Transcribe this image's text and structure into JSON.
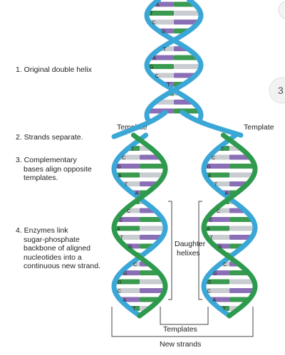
{
  "steps": {
    "step1": "1. Original double helix",
    "step2": "2. Strands separate.",
    "step3": [
      "3. Complementary",
      "bases align opposite",
      "templates."
    ],
    "step4": [
      "4. Enzymes link",
      "sugar-phosphate",
      "backbone of aligned",
      "nucleotides into a",
      "continuous new strand."
    ]
  },
  "labels": {
    "template_left": "Template",
    "template_right": "Template",
    "daughter": [
      "Daughter",
      "helixes"
    ],
    "templates": "Templates",
    "new_strands": "New strands"
  },
  "bases": {
    "top": [
      "A",
      "T",
      "C",
      "G",
      "A",
      "T",
      "A",
      "G",
      "C",
      "T"
    ],
    "left_new": [
      "A",
      "T",
      "C",
      "G",
      "A",
      "T",
      "A",
      "G",
      "C",
      "C",
      "A",
      "T",
      "G",
      "C",
      "C",
      "G",
      "G",
      "C",
      "A",
      "T"
    ],
    "right_new": [
      "A",
      "T",
      "C",
      "G",
      "A",
      "T",
      "A",
      "G",
      "C",
      "C",
      "A",
      "T",
      "G",
      "C",
      "C",
      "G",
      "G",
      "C",
      "A",
      "T"
    ]
  },
  "colors": {
    "template_strand": "#3aa7d6",
    "new_strand": "#2e9a4e",
    "base_purple": "#8b6fb6",
    "base_green": "#3a9a50",
    "base_gray": "#c9ccd0"
  }
}
